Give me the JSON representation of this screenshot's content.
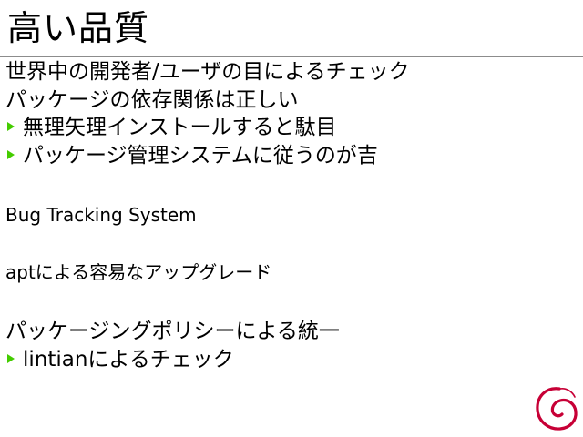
{
  "slide": {
    "title": "高い品質",
    "lines": [
      "世界中の開発者/ユーザの目によるチェック",
      "パッケージの依存関係は正しい",
      "無理矢理インストールすると駄目",
      "パッケージ管理システムに従うのが吉",
      "Bug Tracking System",
      "aptによる容易なアップグレード",
      "パッケージングポリシーによる統一",
      "lintianによるチェック"
    ]
  },
  "colors": {
    "bullet": "#44cc00",
    "logo": "#c70036",
    "rule": "#8c8c8c"
  },
  "icons": {
    "bullet": "green-triangle-bullet-icon",
    "logo": "debian-swirl-logo-icon"
  }
}
